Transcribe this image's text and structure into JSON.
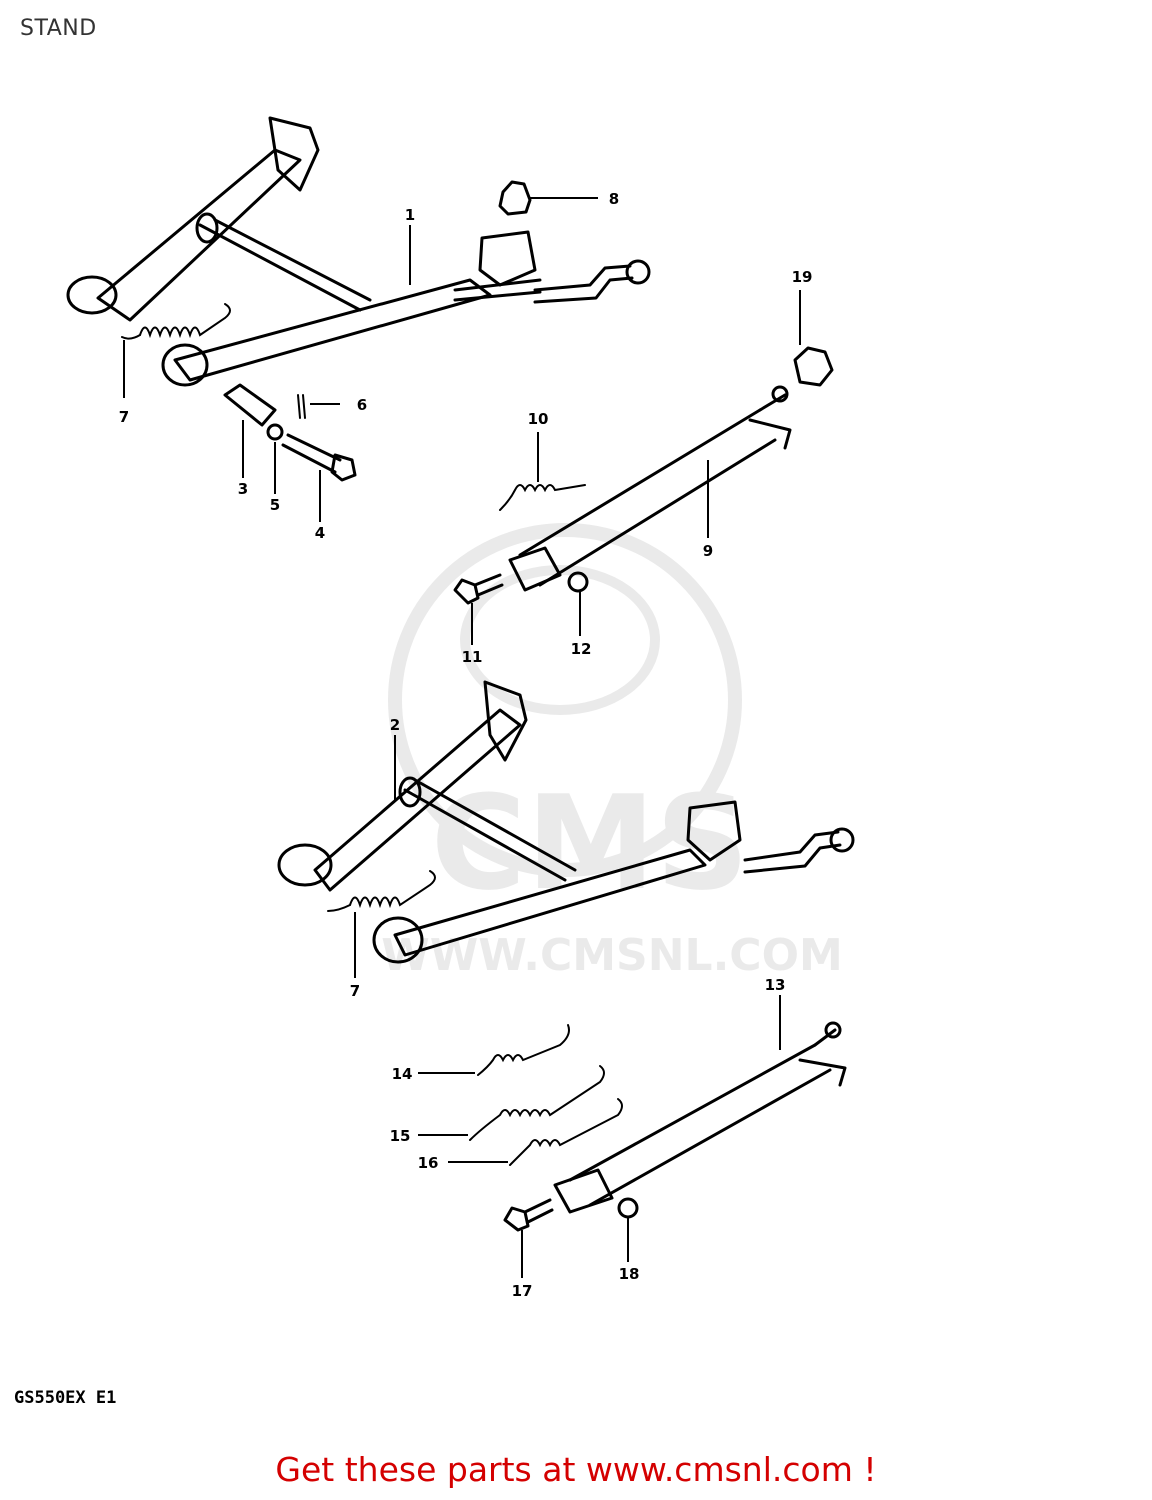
{
  "page": {
    "title": "STAND",
    "model_code": "GS550EX E1",
    "promo_text": "Get these parts at www.cmsnl.com !"
  },
  "watermark": {
    "text": "WWW.CMSNL.COM",
    "brand": "CMS",
    "color": "#d9d9d9"
  },
  "callouts": [
    {
      "id": "c1",
      "label": "1"
    },
    {
      "id": "c2",
      "label": "2"
    },
    {
      "id": "c3",
      "label": "3"
    },
    {
      "id": "c4",
      "label": "4"
    },
    {
      "id": "c5",
      "label": "5"
    },
    {
      "id": "c6",
      "label": "6"
    },
    {
      "id": "c7a",
      "label": "7"
    },
    {
      "id": "c7b",
      "label": "7"
    },
    {
      "id": "c8",
      "label": "8"
    },
    {
      "id": "c9",
      "label": "9"
    },
    {
      "id": "c10",
      "label": "10"
    },
    {
      "id": "c11",
      "label": "11"
    },
    {
      "id": "c12",
      "label": "12"
    },
    {
      "id": "c13",
      "label": "13"
    },
    {
      "id": "c14",
      "label": "14"
    },
    {
      "id": "c15",
      "label": "15"
    },
    {
      "id": "c16",
      "label": "16"
    },
    {
      "id": "c17",
      "label": "17"
    },
    {
      "id": "c18",
      "label": "18"
    },
    {
      "id": "c19",
      "label": "19"
    }
  ],
  "colors": {
    "line": "#000000",
    "promo": "#d40000",
    "title": "#333333"
  }
}
